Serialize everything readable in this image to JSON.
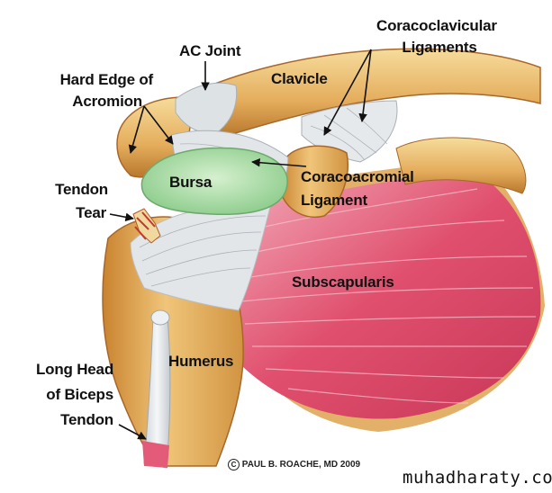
{
  "labels": {
    "ac_joint": "AC Joint",
    "coracoclavicular_line1": "Coracoclavicular",
    "coracoclavicular_line2": "Ligaments",
    "hard_edge_line1": "Hard Edge of",
    "hard_edge_line2": "Acromion",
    "clavicle": "Clavicle",
    "bursa": "Bursa",
    "coracoacromial_line1": "Coracoacromial",
    "coracoacromial_line2": "Ligament",
    "tendon_tear_line1": "Tendon",
    "tendon_tear_line2": "Tear",
    "subscapularis": "Subscapularis",
    "humerus": "Humerus",
    "long_head_line1": "Long Head",
    "long_head_line2": "of Biceps",
    "long_head_line3": "Tendon"
  },
  "credit": "PAUL B. ROACHE, MD 2009",
  "watermark": "muhadharaty.com",
  "colors": {
    "bone": "#e2a552",
    "bone_light": "#f3d38d",
    "bone_dark": "#b0702a",
    "ligament": "#dfe3e6",
    "bursa": "#a8d8a6",
    "muscle": "#e04a6a",
    "muscle_light": "#f2a0b0"
  }
}
